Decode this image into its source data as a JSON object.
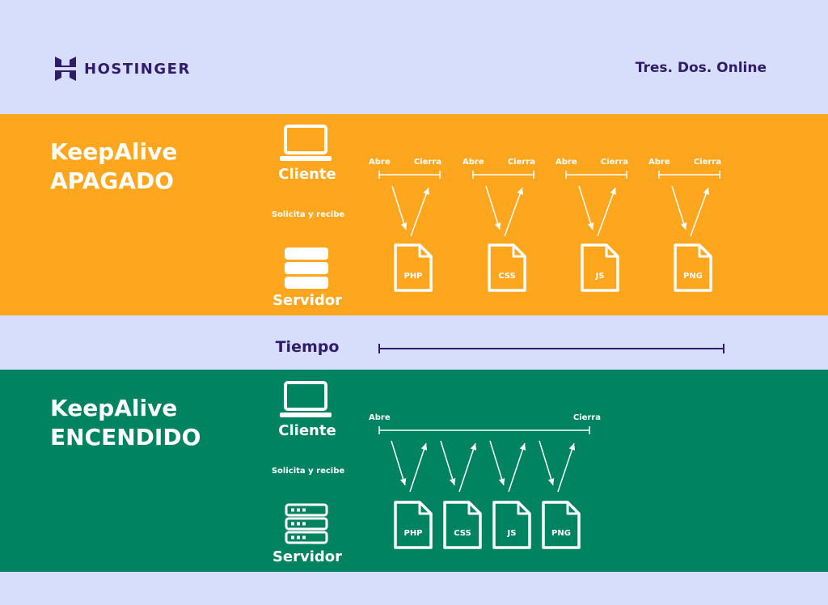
{
  "brand": {
    "name": "HOSTINGER",
    "tagline": "Tres. Dos. Online"
  },
  "colors": {
    "orange": "#fea61e",
    "green": "#008361",
    "background": "#d6defc",
    "navy": "#2f1c6a"
  },
  "off": {
    "title_line1": "KeepAlive",
    "title_line2": "APAGADO",
    "client_label": "Cliente",
    "request_label": "Solicita y recibe",
    "server_label": "Servidor",
    "open_label": "Abre",
    "close_label": "Cierra",
    "files": [
      "PHP",
      "CSS",
      "JS",
      "PNG"
    ]
  },
  "timeline": {
    "label": "Tiempo"
  },
  "on": {
    "title_line1": "KeepAlive",
    "title_line2": "ENCENDIDO",
    "client_label": "Cliente",
    "request_label": "Solicita y recibe",
    "server_label": "Servidor",
    "open_label": "Abre",
    "close_label": "Cierra",
    "files": [
      "PHP",
      "CSS",
      "JS",
      "PNG"
    ]
  }
}
